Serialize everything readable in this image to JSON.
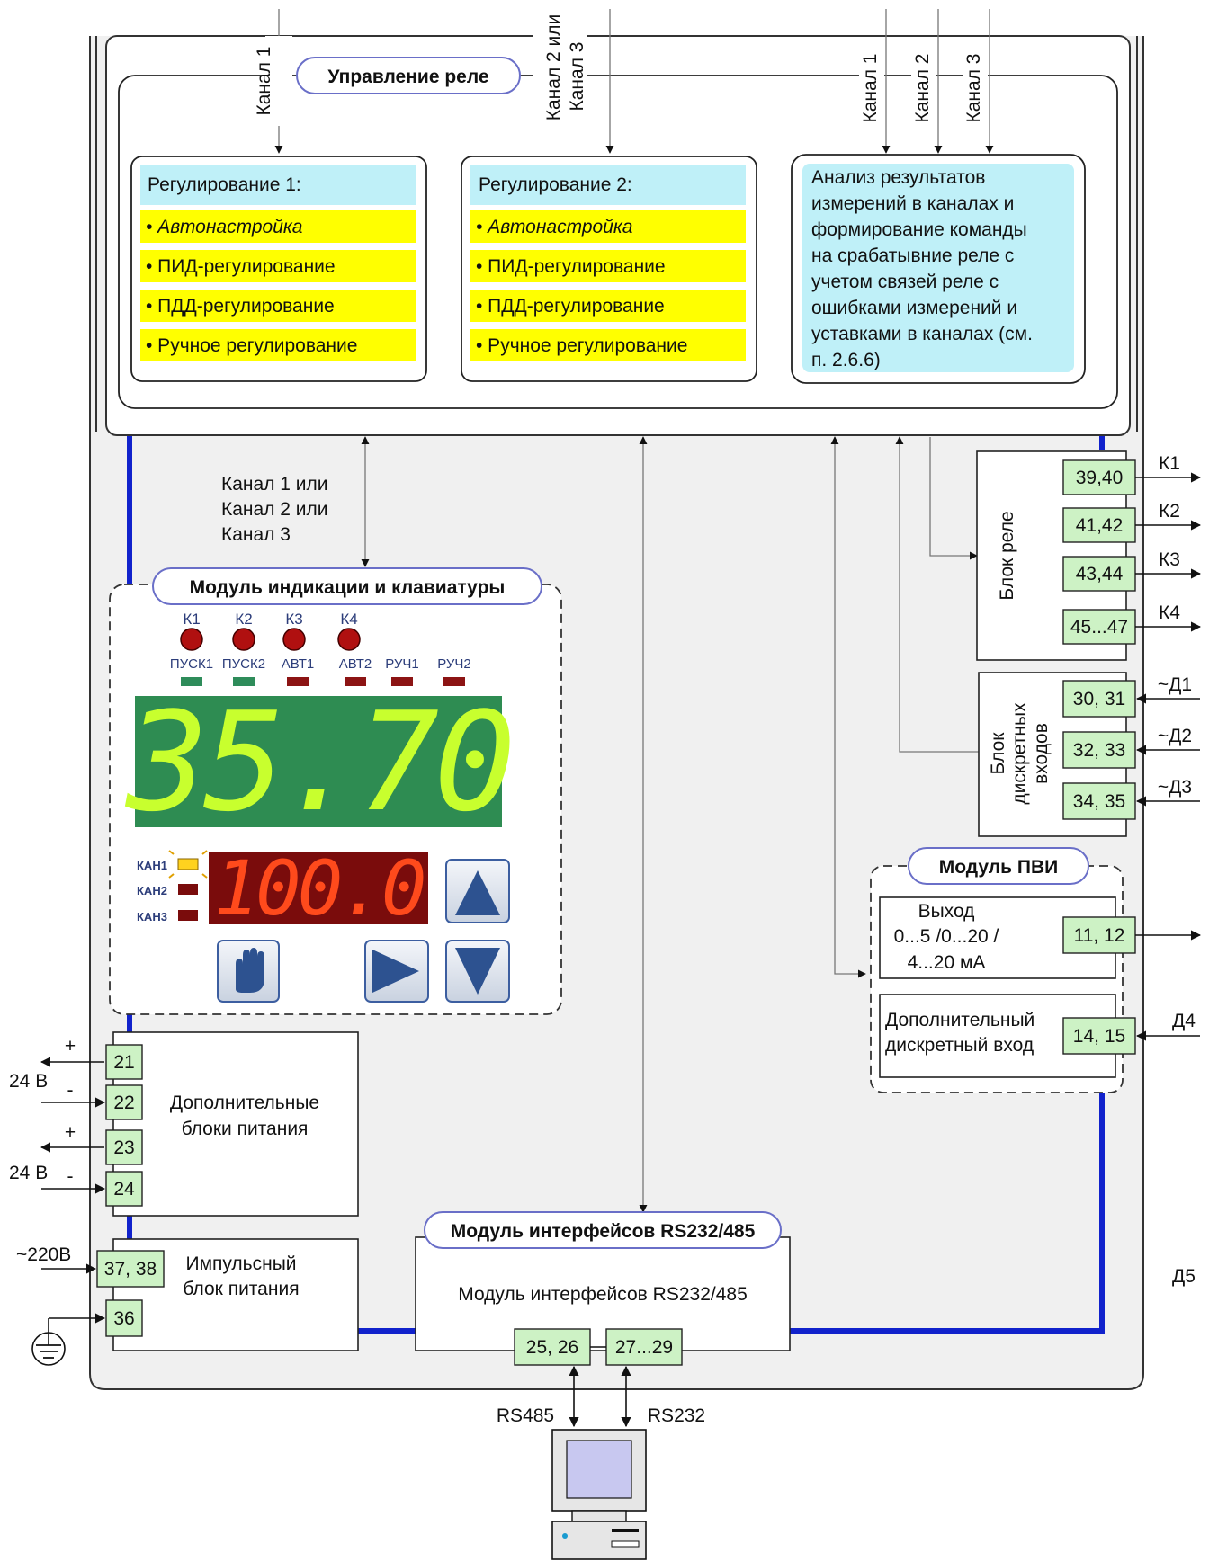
{
  "relay_control": {
    "title": "Управление реле",
    "input_channel_1": "Канал 1",
    "input_channel_2_or": "Канал 2 или",
    "input_channel_3": "Канал 3",
    "analysis_ch1": "Канал 1",
    "analysis_ch2": "Канал 2",
    "analysis_ch3": "Канал 3",
    "reg1": {
      "title": "Регулирование 1:",
      "items": [
        "• Автонастройка",
        "• ПИД-регулирование",
        "• ПДД-регулирование",
        "• Ручное регулирование"
      ]
    },
    "reg2": {
      "title": "Регулирование 2:",
      "items": [
        "• Автонастройка",
        "• ПИД-регулирование",
        "• ПДД-регулирование",
        "• Ручное регулирование"
      ]
    },
    "analysis": {
      "lines": [
        "Анализ результатов",
        "измерений в каналах и",
        "формирование команды",
        "на срабатывние реле с",
        "учетом связей реле с",
        "ошибками измерений и",
        "уставками в каналах (см.",
        "п. 2.6.6)"
      ]
    }
  },
  "channel_note": {
    "lines": [
      "Канал 1 или",
      "Канал 2 или",
      "Канал 3"
    ]
  },
  "display_module": {
    "title": "Модуль индикации и клавиатуры",
    "leds_top": [
      "К1",
      "К2",
      "К3",
      "К4"
    ],
    "leds_bottom": [
      "ПУСК1",
      "ПУСК2",
      "АВТ1",
      "АВТ2",
      "РУЧ1",
      "РУЧ2"
    ],
    "main_value": "35.70",
    "secondary_value": "100.0",
    "channels": [
      "КАН1",
      "КАН2",
      "КАН3"
    ],
    "colors": {
      "main_bg": "#2e8c52",
      "main_digits": "#c8ff2e",
      "second_bg": "#7a0c0c",
      "second_digits": "#ff4a1c"
    }
  },
  "relay_block": {
    "title": "Блок реле",
    "terminals": [
      "39,40",
      "41,42",
      "43,44",
      "45...47"
    ],
    "outputs": [
      "К1",
      "К2",
      "К3",
      "К4"
    ]
  },
  "discrete_block": {
    "title_lines": [
      "Блок",
      "дискретных",
      "входов"
    ],
    "terminals": [
      "30, 31",
      "32, 33",
      "34, 35"
    ],
    "inputs": [
      "~Д1",
      "~Д2",
      "~Д3"
    ]
  },
  "pvi_module": {
    "title": "Модуль ПВИ",
    "output_lines": [
      "Выход",
      "0...5 /0...20 /",
      "4...20 мА"
    ],
    "output_terminal": "11, 12",
    "extra_input_lines": [
      "Дополнительный",
      "дискретный вход"
    ],
    "extra_terminal": "14, 15",
    "extra_label": "Д4",
    "d5_label": "Д5"
  },
  "aux_power": {
    "label_lines": [
      "Дополнительные",
      "блоки питания"
    ],
    "terminals": [
      "21",
      "22",
      "23",
      "24"
    ],
    "voltage": "24 В",
    "plus": "+",
    "minus": "-"
  },
  "pulse_power": {
    "label_lines": [
      "Импульсный",
      "блок питания"
    ],
    "terminals": [
      "37, 38",
      "36"
    ],
    "mains": "~220В"
  },
  "interface_module": {
    "title": "Модуль интерфейсов RS232/485",
    "body": "Модуль интерфейсов RS232/485",
    "terminals": [
      "25, 26",
      "27...29"
    ],
    "rs485": "RS485",
    "rs232": "RS232"
  }
}
